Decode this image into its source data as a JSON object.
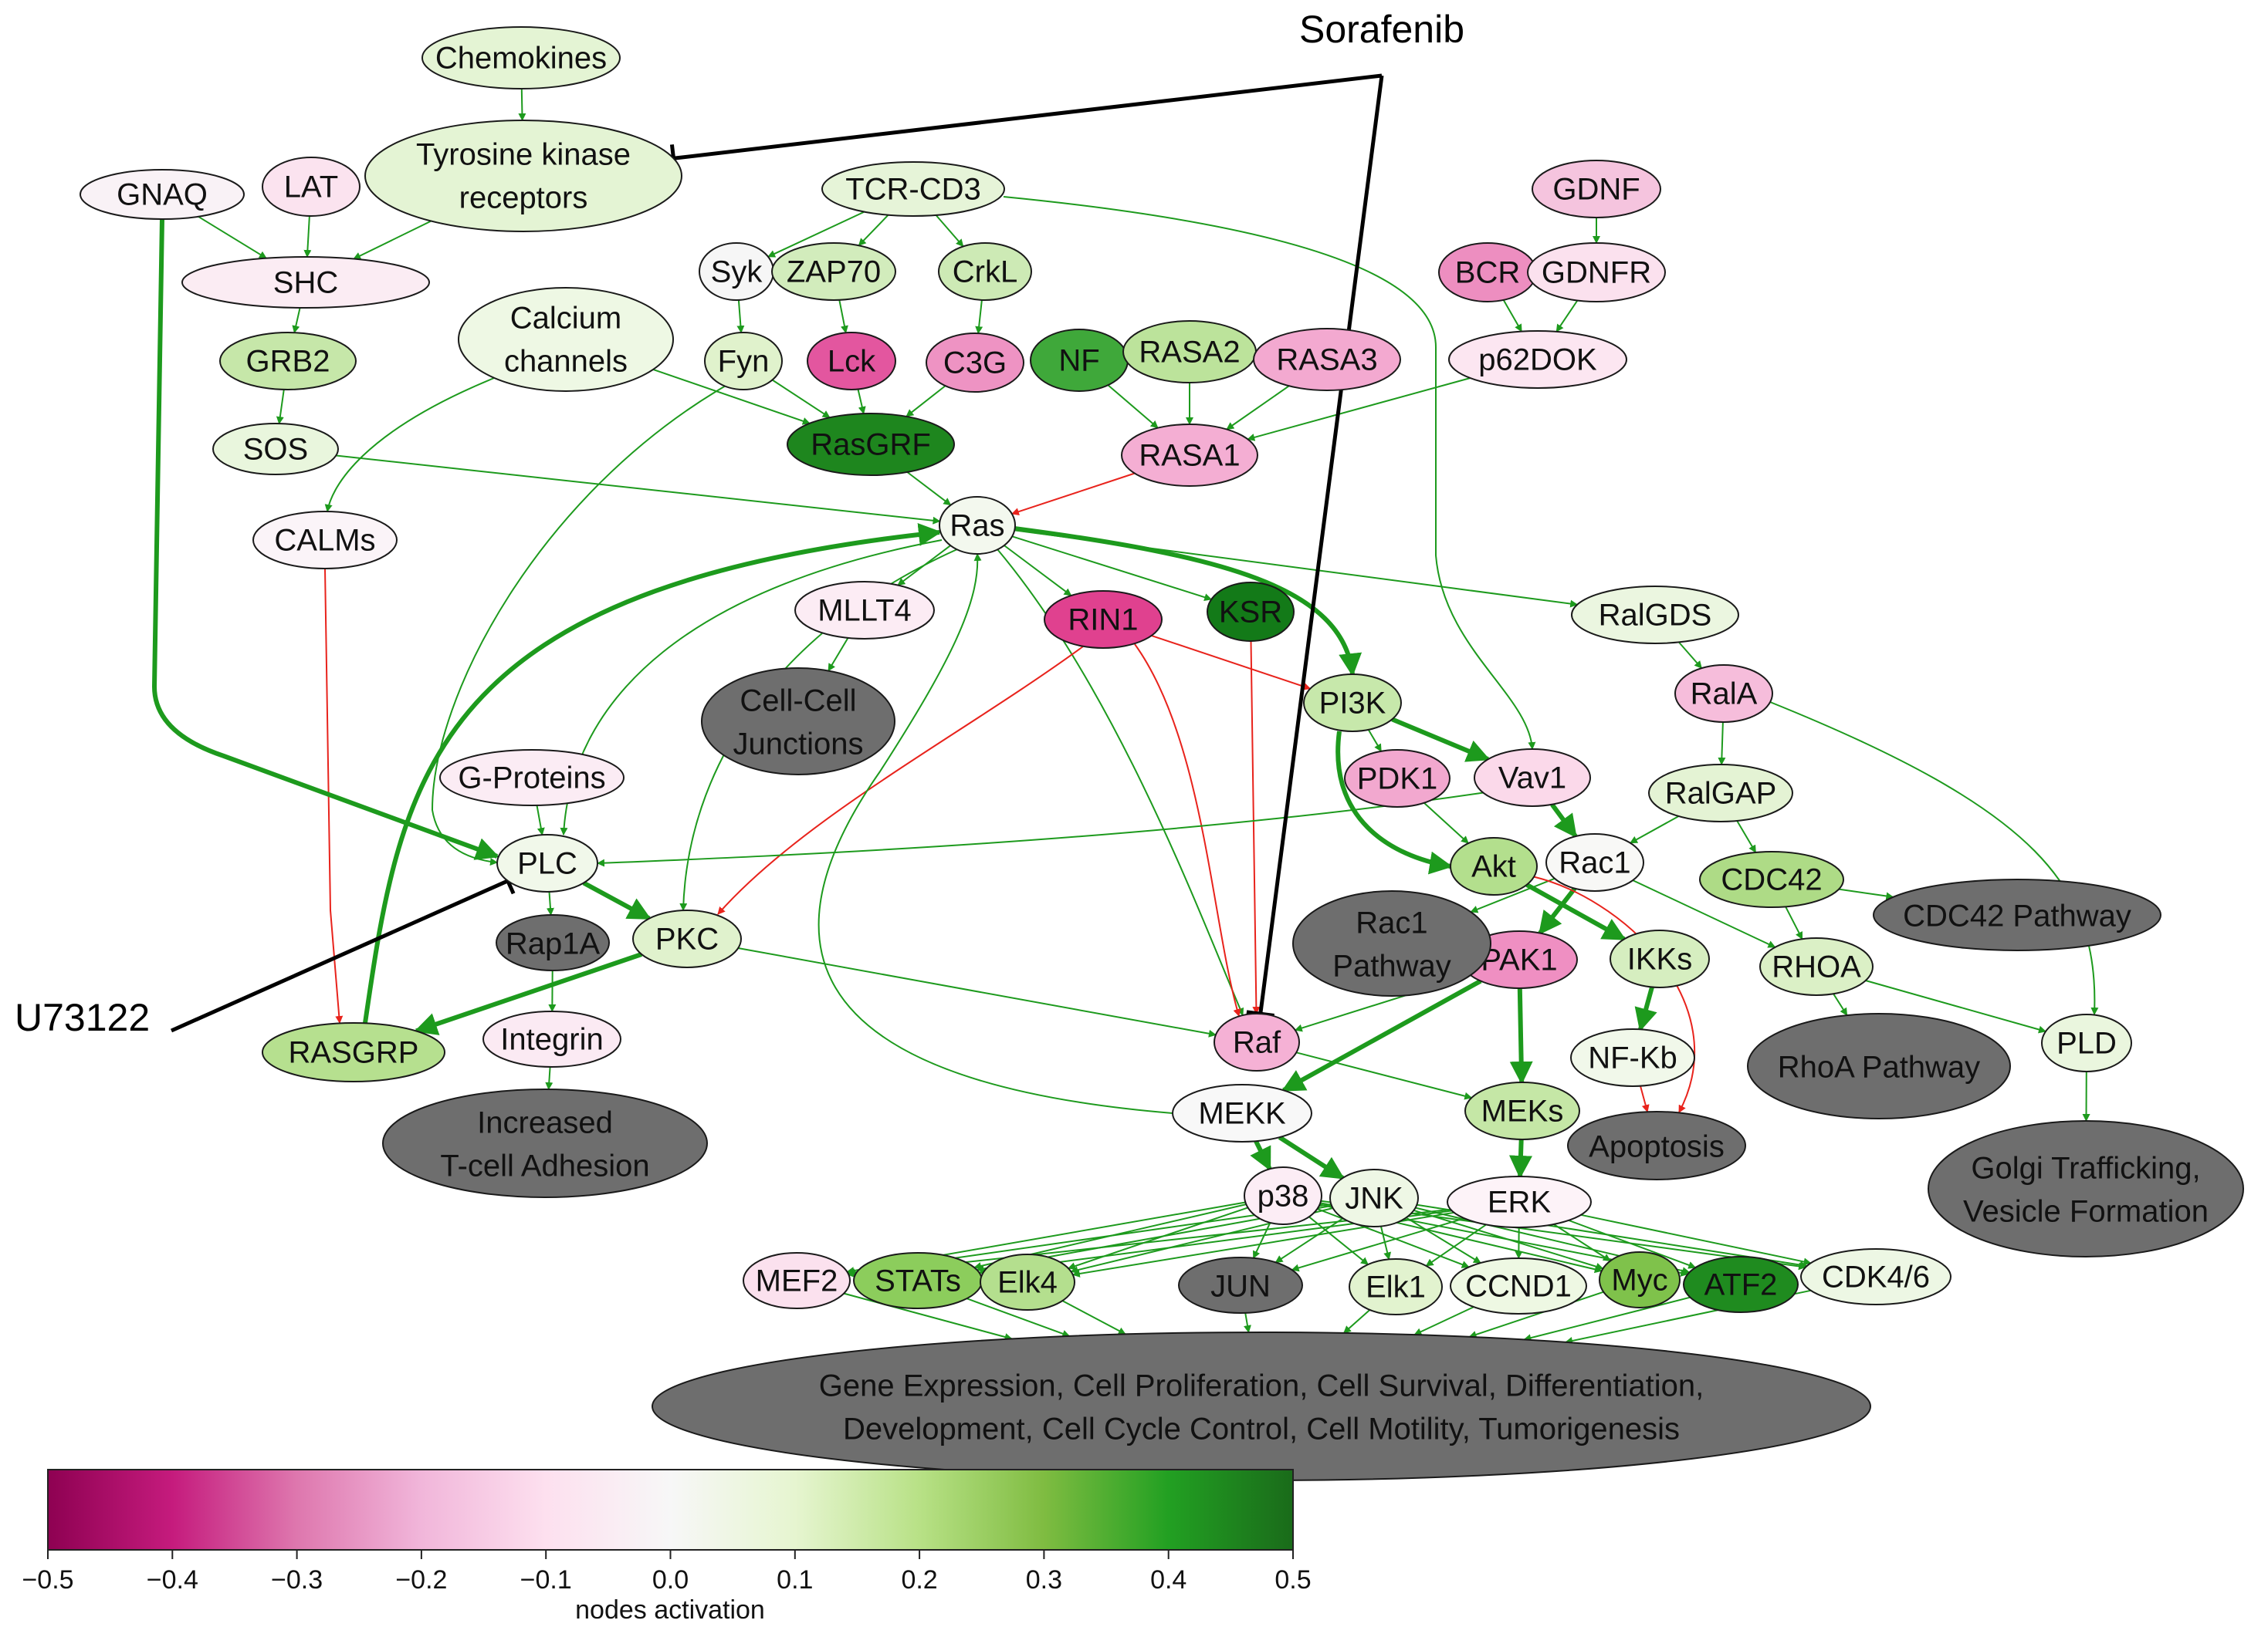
{
  "colorbar": {
    "label": "nodes activation",
    "ticks": [
      "−0.5",
      "−0.4",
      "−0.3",
      "−0.2",
      "−0.1",
      "0.0",
      "0.1",
      "0.2",
      "0.3",
      "0.4",
      "0.5"
    ],
    "stops": [
      "#8e0152",
      "#c51b7d",
      "#de77ae",
      "#f1b6da",
      "#fde0ef",
      "#f7f7f7",
      "#e6f5d0",
      "#b8e186",
      "#7fbc41",
      "#22a022",
      "#1a6b1a"
    ]
  },
  "colors": {
    "activation_edge": "#1d9a1d",
    "inhibition_edge": "#e8231c",
    "drug_edge": "#000000",
    "phenotype_fill": "#6e6e6e"
  },
  "drugs": [
    {
      "id": "sorafenib",
      "label": "Sorafenib"
    },
    {
      "id": "u73122",
      "label": "U73122"
    }
  ],
  "nodes": [
    {
      "id": "chemokines",
      "label": "Chemokines",
      "fill": "#e4f4d4"
    },
    {
      "id": "rtk",
      "label": [
        "Tyrosine kinase",
        "receptors"
      ],
      "fill": "#e4f4d4"
    },
    {
      "id": "gnaq",
      "label": "GNAQ",
      "fill": "#f9f2f6"
    },
    {
      "id": "lat",
      "label": "LAT",
      "fill": "#fbe3ef"
    },
    {
      "id": "shc",
      "label": "SHC",
      "fill": "#fbecf3"
    },
    {
      "id": "tcr",
      "label": "TCR-CD3",
      "fill": "#e6f4d8"
    },
    {
      "id": "syk",
      "label": "Syk",
      "fill": "#f6f6f6"
    },
    {
      "id": "zap70",
      "label": "ZAP70",
      "fill": "#d2ecbc"
    },
    {
      "id": "crkl",
      "label": "CrkL",
      "fill": "#cdeab5"
    },
    {
      "id": "gdnf",
      "label": "GDNF",
      "fill": "#f5c4de"
    },
    {
      "id": "bcr",
      "label": "BCR",
      "fill": "#ed8ec0"
    },
    {
      "id": "gdnfr",
      "label": "GDNFR",
      "fill": "#fbe1ee"
    },
    {
      "id": "grb2",
      "label": "GRB2",
      "fill": "#c6e7a9"
    },
    {
      "id": "calcium",
      "label": [
        "Calcium",
        "channels"
      ],
      "fill": "#eef8e4"
    },
    {
      "id": "fyn",
      "label": "Fyn",
      "fill": "#e0f2cc"
    },
    {
      "id": "lck",
      "label": "Lck",
      "fill": "#e3569f"
    },
    {
      "id": "c3g",
      "label": "C3G",
      "fill": "#ee93c3"
    },
    {
      "id": "nf",
      "label": "NF",
      "fill": "#3fa83a"
    },
    {
      "id": "rasa2",
      "label": "RASA2",
      "fill": "#bce39b"
    },
    {
      "id": "rasa3",
      "label": "RASA3",
      "fill": "#f3a9d0"
    },
    {
      "id": "p62dok",
      "label": "p62DOK",
      "fill": "#fce6f1"
    },
    {
      "id": "sos",
      "label": "SOS",
      "fill": "#e9f6dd"
    },
    {
      "id": "rasgrf",
      "label": "RasGRF",
      "fill": "#1e861e"
    },
    {
      "id": "rasa1",
      "label": "RASA1",
      "fill": "#f4aed3"
    },
    {
      "id": "calms",
      "label": "CALMs",
      "fill": "#fbf4f8"
    },
    {
      "id": "ras",
      "label": "Ras",
      "fill": "#f3f8ee"
    },
    {
      "id": "mllt4",
      "label": "MLLT4",
      "fill": "#fcecf4"
    },
    {
      "id": "rin1",
      "label": "RIN1",
      "fill": "#e0418f"
    },
    {
      "id": "ksr",
      "label": "KSR",
      "fill": "#137a18"
    },
    {
      "id": "ralgds",
      "label": "RalGDS",
      "fill": "#ebf6e0"
    },
    {
      "id": "pi3k",
      "label": "PI3K",
      "fill": "#c7e8ab"
    },
    {
      "id": "rala",
      "label": "RalA",
      "fill": "#f6bddb"
    },
    {
      "id": "gprot",
      "label": "G-Proteins",
      "fill": "#fbecf4"
    },
    {
      "id": "pdk1",
      "label": "PDK1",
      "fill": "#f2a8cf"
    },
    {
      "id": "vav1",
      "label": "Vav1",
      "fill": "#fbd9ea"
    },
    {
      "id": "ralgap",
      "label": "RalGAP",
      "fill": "#e4f3d4"
    },
    {
      "id": "plc",
      "label": "PLC",
      "fill": "#f1f8ea"
    },
    {
      "id": "akt",
      "label": "Akt",
      "fill": "#b3df8d"
    },
    {
      "id": "rac1",
      "label": "Rac1",
      "fill": "#f8f8f6"
    },
    {
      "id": "cdc42",
      "label": "CDC42",
      "fill": "#aedb86"
    },
    {
      "id": "rap1a",
      "label": "Rap1A",
      "fill": "#6e6e6e"
    },
    {
      "id": "pkc",
      "label": "PKC",
      "fill": "#e0f2cd"
    },
    {
      "id": "pak1",
      "label": "PAK1",
      "fill": "#ef8fc2"
    },
    {
      "id": "ikks",
      "label": "IKKs",
      "fill": "#d6eec0"
    },
    {
      "id": "rhoa",
      "label": "RHOA",
      "fill": "#dbf0c6"
    },
    {
      "id": "rasgrp",
      "label": "RASGRP",
      "fill": "#b6e08f"
    },
    {
      "id": "integrin",
      "label": "Integrin",
      "fill": "#fbeaf3"
    },
    {
      "id": "raf",
      "label": "Raf",
      "fill": "#f5b1d5"
    },
    {
      "id": "nfkb",
      "label": "NF-Kb",
      "fill": "#f1f8ea"
    },
    {
      "id": "pld",
      "label": "PLD",
      "fill": "#eaf6de"
    },
    {
      "id": "mekk",
      "label": "MEKK",
      "fill": "#f8f8f8"
    },
    {
      "id": "meks",
      "label": "MEKs",
      "fill": "#c5e7a6"
    },
    {
      "id": "p38",
      "label": "p38",
      "fill": "#fcedf5"
    },
    {
      "id": "jnk",
      "label": "JNK",
      "fill": "#eef7e5"
    },
    {
      "id": "erk",
      "label": "ERK",
      "fill": "#fdf3f8"
    },
    {
      "id": "mef2",
      "label": "MEF2",
      "fill": "#fbe1ee"
    },
    {
      "id": "stats",
      "label": "STATs",
      "fill": "#8ccd5c"
    },
    {
      "id": "elk4",
      "label": "Elk4",
      "fill": "#b4df8e"
    },
    {
      "id": "jun",
      "label": "JUN",
      "fill": "#6e6e6e"
    },
    {
      "id": "elk1",
      "label": "Elk1",
      "fill": "#e2f3cf"
    },
    {
      "id": "ccnd1",
      "label": "CCND1",
      "fill": "#eef8e3"
    },
    {
      "id": "myc",
      "label": "Myc",
      "fill": "#7fc24b"
    },
    {
      "id": "atf2",
      "label": "ATF2",
      "fill": "#1f8b1f"
    },
    {
      "id": "cdk46",
      "label": "CDK4/6",
      "fill": "#edf7e4"
    },
    {
      "id": "cell_junctions",
      "label": [
        "Cell-Cell",
        "Junctions"
      ],
      "fill": "#6e6e6e"
    },
    {
      "id": "rac1_path",
      "label": [
        "Rac1",
        "Pathway"
      ],
      "fill": "#6e6e6e"
    },
    {
      "id": "cdc42_path",
      "label": "CDC42 Pathway",
      "fill": "#6e6e6e"
    },
    {
      "id": "rhoa_path",
      "label": "RhoA Pathway",
      "fill": "#6e6e6e"
    },
    {
      "id": "tcell_adh",
      "label": [
        "Increased",
        "T-cell Adhesion"
      ],
      "fill": "#6e6e6e"
    },
    {
      "id": "apoptosis",
      "label": "Apoptosis",
      "fill": "#6e6e6e"
    },
    {
      "id": "golgi",
      "label": [
        "Golgi Trafficking,",
        "Vesicle Formation"
      ],
      "fill": "#6e6e6e"
    },
    {
      "id": "gene_expr",
      "label": [
        "Gene Expression, Cell Proliferation, Cell Survival, Differentiation,",
        "Development, Cell Cycle Control, Cell Motility, Tumorigenesis"
      ],
      "fill": "#6e6e6e"
    }
  ],
  "edges": [
    {
      "from": "chemokines",
      "to": "rtk",
      "type": "activation"
    },
    {
      "from": "rtk",
      "to": "shc",
      "type": "activation"
    },
    {
      "from": "gnaq",
      "to": "shc",
      "type": "activation"
    },
    {
      "from": "lat",
      "to": "shc",
      "type": "activation"
    },
    {
      "from": "shc",
      "to": "grb2",
      "type": "activation"
    },
    {
      "from": "grb2",
      "to": "sos",
      "type": "activation"
    },
    {
      "from": "sos",
      "to": "ras",
      "type": "activation"
    },
    {
      "from": "tcr",
      "to": "syk",
      "type": "activation"
    },
    {
      "from": "tcr",
      "to": "zap70",
      "type": "activation"
    },
    {
      "from": "tcr",
      "to": "crkl",
      "type": "activation"
    },
    {
      "from": "tcr",
      "to": "vav1",
      "type": "activation"
    },
    {
      "from": "syk",
      "to": "fyn",
      "type": "activation"
    },
    {
      "from": "zap70",
      "to": "lck",
      "type": "activation"
    },
    {
      "from": "crkl",
      "to": "c3g",
      "type": "activation"
    },
    {
      "from": "fyn",
      "to": "rasgrf",
      "type": "activation"
    },
    {
      "from": "lck",
      "to": "rasgrf",
      "type": "activation"
    },
    {
      "from": "c3g",
      "to": "rasgrf",
      "type": "activation"
    },
    {
      "from": "calcium",
      "to": "rasgrf",
      "type": "activation"
    },
    {
      "from": "calcium",
      "to": "calms",
      "type": "activation"
    },
    {
      "from": "fyn",
      "to": "plc",
      "type": "activation"
    },
    {
      "from": "gdnf",
      "to": "gdnfr",
      "type": "activation"
    },
    {
      "from": "bcr",
      "to": "p62dok",
      "type": "activation"
    },
    {
      "from": "gdnfr",
      "to": "p62dok",
      "type": "activation"
    },
    {
      "from": "p62dok",
      "to": "rasa1",
      "type": "activation"
    },
    {
      "from": "nf",
      "to": "rasa1",
      "type": "activation"
    },
    {
      "from": "rasa2",
      "to": "rasa1",
      "type": "activation"
    },
    {
      "from": "rasa3",
      "to": "rasa1",
      "type": "activation"
    },
    {
      "from": "rasgrf",
      "to": "ras",
      "type": "activation"
    },
    {
      "from": "rasa1",
      "to": "ras",
      "type": "inhibition"
    },
    {
      "from": "calms",
      "to": "rasgrp",
      "type": "inhibition"
    },
    {
      "from": "rasgrp",
      "to": "ras",
      "type": "activation",
      "strong": true
    },
    {
      "from": "gnaq",
      "to": "plc",
      "type": "activation",
      "strong": true
    },
    {
      "from": "ras",
      "to": "mllt4",
      "type": "activation"
    },
    {
      "from": "ras",
      "to": "rin1",
      "type": "activation"
    },
    {
      "from": "ras",
      "to": "ksr",
      "type": "activation"
    },
    {
      "from": "ras",
      "to": "pi3k",
      "type": "activation",
      "strong": true
    },
    {
      "from": "ras",
      "to": "ralgds",
      "type": "activation"
    },
    {
      "from": "ras",
      "to": "plc",
      "type": "activation"
    },
    {
      "from": "ras",
      "to": "pkc",
      "type": "activation"
    },
    {
      "from": "ras",
      "to": "raf",
      "type": "activation"
    },
    {
      "from": "mllt4",
      "to": "cell_junctions",
      "type": "activation"
    },
    {
      "from": "rin1",
      "to": "pi3k",
      "type": "inhibition"
    },
    {
      "from": "rin1",
      "to": "pkc",
      "type": "inhibition"
    },
    {
      "from": "rin1",
      "to": "raf",
      "type": "inhibition"
    },
    {
      "from": "ksr",
      "to": "raf",
      "type": "inhibition"
    },
    {
      "from": "ralgds",
      "to": "rala",
      "type": "activation"
    },
    {
      "from": "rala",
      "to": "ralgap",
      "type": "activation"
    },
    {
      "from": "rala",
      "to": "pld",
      "type": "activation"
    },
    {
      "from": "pi3k",
      "to": "pdk1",
      "type": "activation"
    },
    {
      "from": "pi3k",
      "to": "vav1",
      "type": "activation",
      "strong": true
    },
    {
      "from": "pi3k",
      "to": "akt",
      "type": "activation",
      "strong": true
    },
    {
      "from": "pdk1",
      "to": "akt",
      "type": "activation"
    },
    {
      "from": "vav1",
      "to": "rac1",
      "type": "activation",
      "strong": true
    },
    {
      "from": "vav1",
      "to": "plc",
      "type": "activation"
    },
    {
      "from": "ralgap",
      "to": "rac1",
      "type": "activation"
    },
    {
      "from": "ralgap",
      "to": "cdc42",
      "type": "activation"
    },
    {
      "from": "cdc42",
      "to": "cdc42_path",
      "type": "activation"
    },
    {
      "from": "cdc42",
      "to": "rhoa",
      "type": "activation"
    },
    {
      "from": "rac1",
      "to": "rac1_path",
      "type": "activation"
    },
    {
      "from": "rac1",
      "to": "pak1",
      "type": "activation",
      "strong": true
    },
    {
      "from": "rac1",
      "to": "rhoa",
      "type": "activation"
    },
    {
      "from": "akt",
      "to": "ikks",
      "type": "activation",
      "strong": true
    },
    {
      "from": "akt",
      "to": "apoptosis",
      "type": "inhibition"
    },
    {
      "from": "gprot",
      "to": "plc",
      "type": "activation"
    },
    {
      "from": "plc",
      "to": "pkc",
      "type": "activation",
      "strong": true
    },
    {
      "from": "plc",
      "to": "rap1a",
      "type": "activation"
    },
    {
      "from": "pkc",
      "to": "rasgrp",
      "type": "activation",
      "strong": true
    },
    {
      "from": "pkc",
      "to": "raf",
      "type": "activation"
    },
    {
      "from": "rap1a",
      "to": "integrin",
      "type": "activation"
    },
    {
      "from": "integrin",
      "to": "tcell_adh",
      "type": "activation"
    },
    {
      "from": "pak1",
      "to": "raf",
      "type": "activation"
    },
    {
      "from": "pak1",
      "to": "mekk",
      "type": "activation",
      "strong": true
    },
    {
      "from": "pak1",
      "to": "meks",
      "type": "activation",
      "strong": true
    },
    {
      "from": "ikks",
      "to": "nfkb",
      "type": "activation",
      "strong": true
    },
    {
      "from": "nfkb",
      "to": "apoptosis",
      "type": "inhibition"
    },
    {
      "from": "rhoa",
      "to": "rhoa_path",
      "type": "activation"
    },
    {
      "from": "rhoa",
      "to": "pld",
      "type": "activation"
    },
    {
      "from": "pld",
      "to": "golgi",
      "type": "activation"
    },
    {
      "from": "raf",
      "to": "meks",
      "type": "activation"
    },
    {
      "from": "mekk",
      "to": "p38",
      "type": "activation",
      "strong": true
    },
    {
      "from": "mekk",
      "to": "jnk",
      "type": "activation",
      "strong": true
    },
    {
      "from": "mekk",
      "to": "ras",
      "type": "activation"
    },
    {
      "from": "meks",
      "to": "erk",
      "type": "activation",
      "strong": true
    },
    {
      "from": "p38",
      "to": "mef2",
      "type": "activation"
    },
    {
      "from": "p38",
      "to": "stats",
      "type": "activation"
    },
    {
      "from": "p38",
      "to": "elk4",
      "type": "activation"
    },
    {
      "from": "p38",
      "to": "jun",
      "type": "activation"
    },
    {
      "from": "p38",
      "to": "elk1",
      "type": "activation"
    },
    {
      "from": "p38",
      "to": "ccnd1",
      "type": "activation"
    },
    {
      "from": "p38",
      "to": "myc",
      "type": "activation"
    },
    {
      "from": "p38",
      "to": "atf2",
      "type": "activation"
    },
    {
      "from": "p38",
      "to": "cdk46",
      "type": "activation"
    },
    {
      "from": "jnk",
      "to": "mef2",
      "type": "activation"
    },
    {
      "from": "jnk",
      "to": "stats",
      "type": "activation"
    },
    {
      "from": "jnk",
      "to": "elk4",
      "type": "activation"
    },
    {
      "from": "jnk",
      "to": "jun",
      "type": "activation"
    },
    {
      "from": "jnk",
      "to": "elk1",
      "type": "activation"
    },
    {
      "from": "jnk",
      "to": "ccnd1",
      "type": "activation"
    },
    {
      "from": "jnk",
      "to": "myc",
      "type": "activation"
    },
    {
      "from": "jnk",
      "to": "atf2",
      "type": "activation"
    },
    {
      "from": "jnk",
      "to": "cdk46",
      "type": "activation"
    },
    {
      "from": "erk",
      "to": "mef2",
      "type": "activation"
    },
    {
      "from": "erk",
      "to": "stats",
      "type": "activation"
    },
    {
      "from": "erk",
      "to": "elk4",
      "type": "activation"
    },
    {
      "from": "erk",
      "to": "jun",
      "type": "activation"
    },
    {
      "from": "erk",
      "to": "elk1",
      "type": "activation"
    },
    {
      "from": "erk",
      "to": "ccnd1",
      "type": "activation"
    },
    {
      "from": "erk",
      "to": "myc",
      "type": "activation"
    },
    {
      "from": "erk",
      "to": "atf2",
      "type": "activation"
    },
    {
      "from": "erk",
      "to": "cdk46",
      "type": "activation"
    },
    {
      "from": "mef2",
      "to": "gene_expr",
      "type": "activation"
    },
    {
      "from": "stats",
      "to": "gene_expr",
      "type": "activation"
    },
    {
      "from": "elk4",
      "to": "gene_expr",
      "type": "activation"
    },
    {
      "from": "jun",
      "to": "gene_expr",
      "type": "activation"
    },
    {
      "from": "elk1",
      "to": "gene_expr",
      "type": "activation"
    },
    {
      "from": "ccnd1",
      "to": "gene_expr",
      "type": "activation"
    },
    {
      "from": "myc",
      "to": "gene_expr",
      "type": "activation"
    },
    {
      "from": "atf2",
      "to": "gene_expr",
      "type": "activation"
    },
    {
      "from": "cdk46",
      "to": "gene_expr",
      "type": "activation"
    },
    {
      "from": "sorafenib",
      "to": "rtk",
      "type": "drug"
    },
    {
      "from": "sorafenib",
      "to": "raf",
      "type": "drug"
    },
    {
      "from": "u73122",
      "to": "plc",
      "type": "drug"
    }
  ]
}
